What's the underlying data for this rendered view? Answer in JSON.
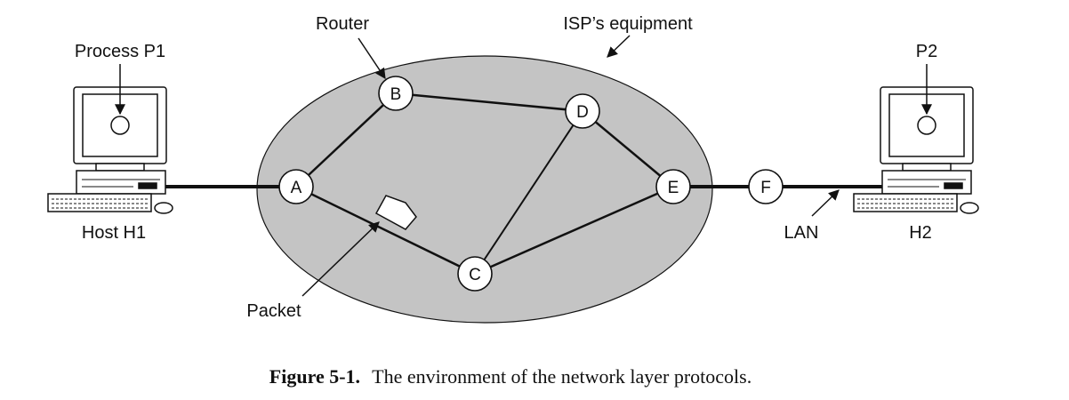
{
  "labels": {
    "router": "Router",
    "isp_equipment": "ISP’s equipment",
    "process_p1": "Process P1",
    "p2": "P2",
    "host_h1": "Host H1",
    "h2": "H2",
    "lan": "LAN",
    "packet": "Packet"
  },
  "nodes": {
    "a": "A",
    "b": "B",
    "c": "C",
    "d": "D",
    "e": "E",
    "f": "F"
  },
  "caption": {
    "number": "Figure 5-1.",
    "text": "The environment of the network layer protocols."
  },
  "colors": {
    "cloud_fill": "#c4c4c4",
    "line": "#111111",
    "node_fill": "#ffffff"
  }
}
